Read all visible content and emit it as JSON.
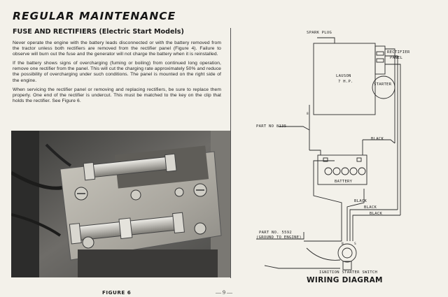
{
  "left": {
    "title": "REGULAR MAINTENANCE",
    "subtitle": "FUSE AND RECTIFIERS (Electric Start Models)",
    "paragraphs": [
      "Never operate the engine with the battery leads disconnected or with the battery removed from the tractor unless both rectifiers are removed from the rectifier panel (Figure 4). Failure to observe will burn out the fuse and the generator will not charge the battery when it is reinstalled.",
      "If the battery shows signs of overcharging (fuming or boiling) from continued long operation, remove one rectifier from the panel. This will cut the charging rate approximately 50% and reduce the possibility of overcharging under such conditions. The panel is mounted on the right side of the engine.",
      "When servicing the rectifier panel or removing and replacing rectifiers, be sure to replace them properly. One end of the rectifier is undercut. This must be matched to the key on the clip that holds the rectifier. See Figure 6."
    ],
    "figure_caption": "FIGURE 6"
  },
  "page_number": "— 9 —",
  "right": {
    "title": "WIRING DIAGRAM",
    "labels": {
      "spark_plug": "SPARK PLUG",
      "rectifier_panel_1": "RECTIFIER",
      "rectifier_panel_2": "PANEL",
      "engine_1": "LAUSON",
      "engine_2": "7 H.P.",
      "starter": "STARTER",
      "part_8135": "PART NO 8135",
      "black_1": "BLACK",
      "black_2": "BLACK",
      "black_3": "BLACK",
      "black_4": "BLACK",
      "battery": "BATTERY",
      "part_5592_1": "PART NO. 5592",
      "part_5592_2": "(GROUND TO ENGINE)",
      "ignition_switch": "IGNITION STARTER SWITCH"
    }
  }
}
